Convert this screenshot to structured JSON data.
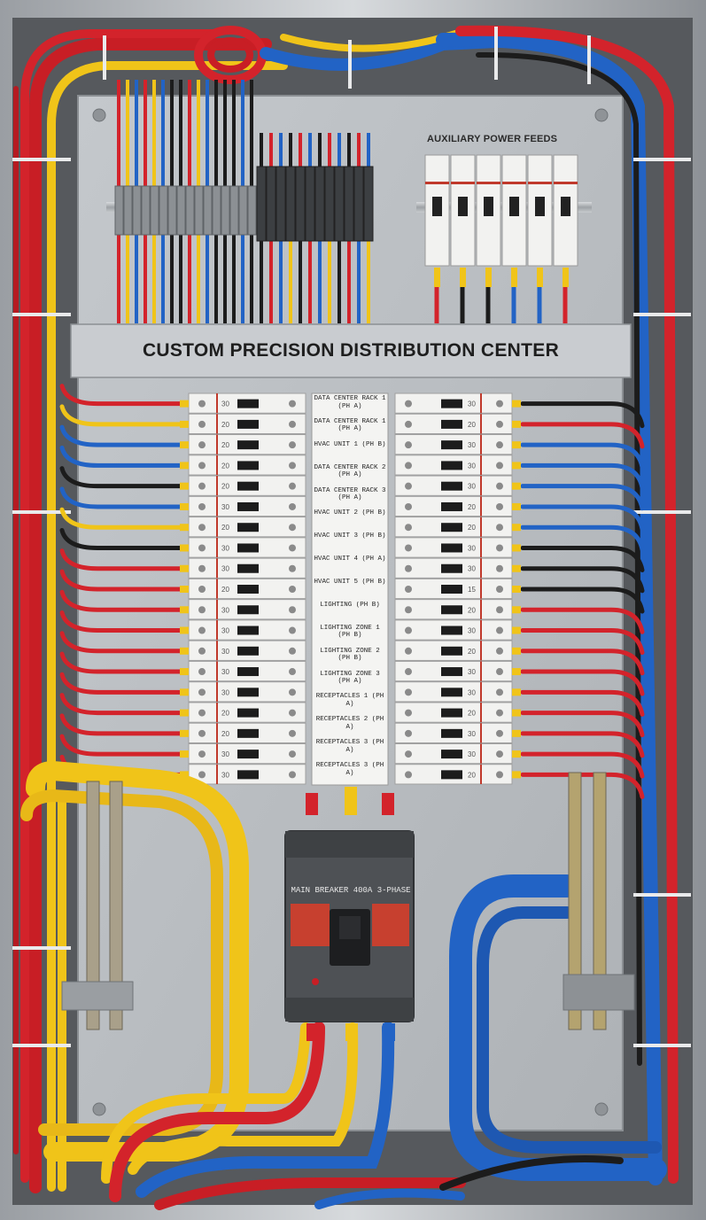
{
  "panel": {
    "title": "CUSTOM PRECISION DISTRIBUTION CENTER",
    "auxiliary_label": "AUXILIARY POWER FEEDS",
    "main_breaker_label": "MAIN BREAKER 400A 3-PHASE"
  },
  "directory_labels": [
    "DATA CENTER RACK 1 (PH A)",
    "DATA CENTER RACK 1 (PH A)",
    "HVAC UNIT 1 (PH B)",
    "DATA CENTER RACK 2 (PH A)",
    "DATA CENTER RACK 3 (PH A)",
    "HVAC UNIT 2 (PH B)",
    "HVAC UNIT 3 (PH B)",
    "HVAC UNIT 4 (PH A)",
    "HVAC UNIT 5 (PH B)",
    "LIGHTING (PH B)",
    "LIGHTING ZONE 1 (PH B)",
    "LIGHTING ZONE 2 (PH B)",
    "LIGHTING ZONE 3 (PH A)",
    "RECEPTACLES 1 (PH A)",
    "RECEPTACLES 2 (PH A)",
    "RECEPTACLES 3 (PH A)",
    "RECEPTACLES 3 (PH A)"
  ],
  "left_breaker_ratings": [
    "30",
    "20",
    "20",
    "20",
    "20",
    "30",
    "20",
    "30",
    "30",
    "20",
    "30",
    "30",
    "30",
    "30",
    "30",
    "20",
    "20",
    "30",
    "30"
  ],
  "right_breaker_ratings": [
    "30",
    "20",
    "30",
    "30",
    "30",
    "20",
    "20",
    "30",
    "30",
    "15",
    "20",
    "30",
    "20",
    "30",
    "30",
    "20",
    "30",
    "30",
    "20"
  ],
  "colors": {
    "phase_red": "#d3232b",
    "phase_yellow": "#f0c419",
    "phase_blue": "#2263c5",
    "neutral_black": "#1c1c1c",
    "backplate": "#b9bdc1",
    "breaker_white": "#f2f2f0"
  }
}
